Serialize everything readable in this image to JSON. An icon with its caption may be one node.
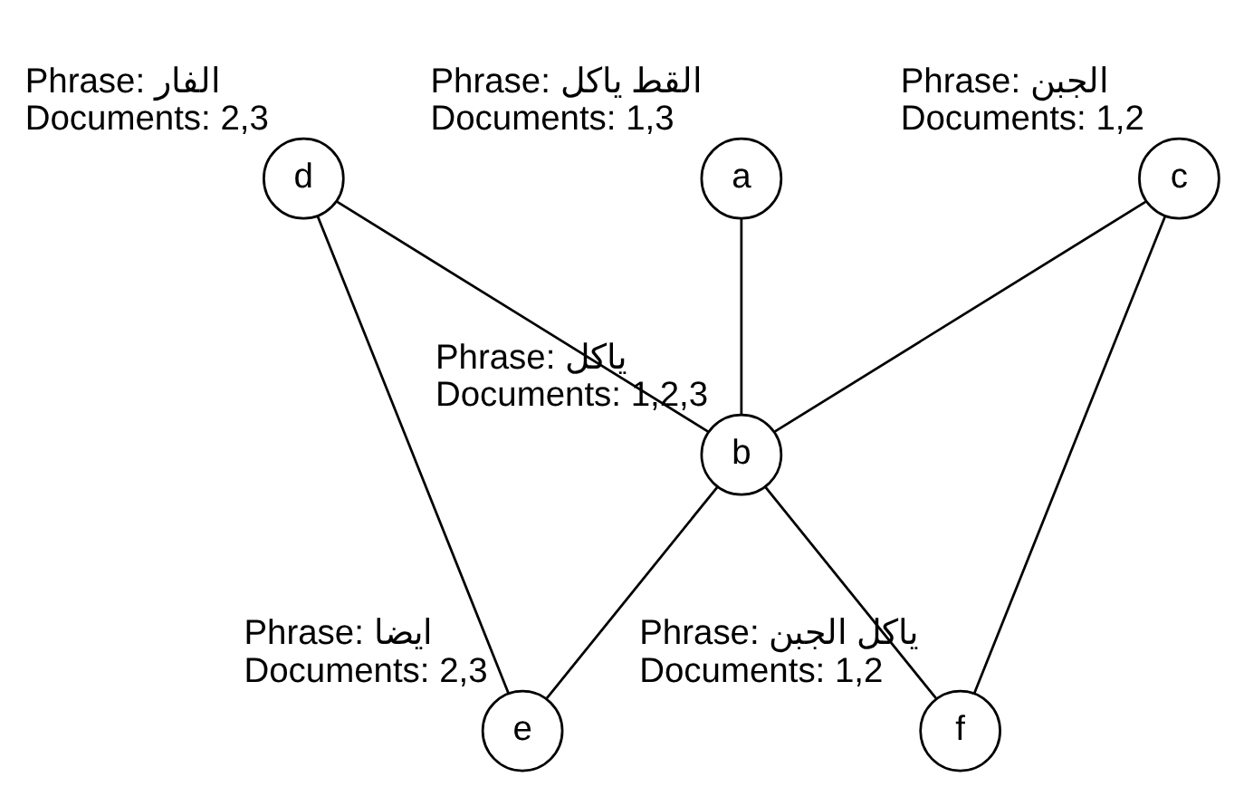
{
  "diagram": {
    "nodes": [
      {
        "text": [
          "a"
        ],
        "beside": [
          "Phrase: القط ياكل",
          "Documents: 1,3"
        ]
      },
      {
        "text": [
          "d"
        ],
        "beside": [
          "Phrase: الفار",
          "Documents: 2,3"
        ]
      },
      {
        "text": [
          "c"
        ],
        "beside": [
          "Phrase: الجبن",
          "Documents: 1,2"
        ]
      },
      {
        "text": [
          "b"
        ],
        "beside": [
          "Phrase: ياكل",
          "Documents: 1,2,3"
        ]
      },
      {
        "text": [
          "e"
        ],
        "beside": [
          "Phrase: ايضا",
          "Documents: 2,3"
        ]
      },
      {
        "text": [
          "f"
        ],
        "beside": [
          "Phrase: ياكل الجبن",
          "Documents: 1,2"
        ]
      }
    ],
    "edges": [
      {
        "from": 0,
        "to": 3,
        "arrow": "none"
      },
      {
        "from": 1,
        "to": 3,
        "arrow": "none"
      },
      {
        "from": 2,
        "to": 3,
        "arrow": "none"
      },
      {
        "from": 1,
        "to": 4,
        "arrow": "none"
      },
      {
        "from": 4,
        "to": 3,
        "arrow": "none"
      },
      {
        "from": 3,
        "to": 5,
        "arrow": "none"
      },
      {
        "from": 2,
        "to": 5,
        "arrow": "none"
      }
    ]
  }
}
